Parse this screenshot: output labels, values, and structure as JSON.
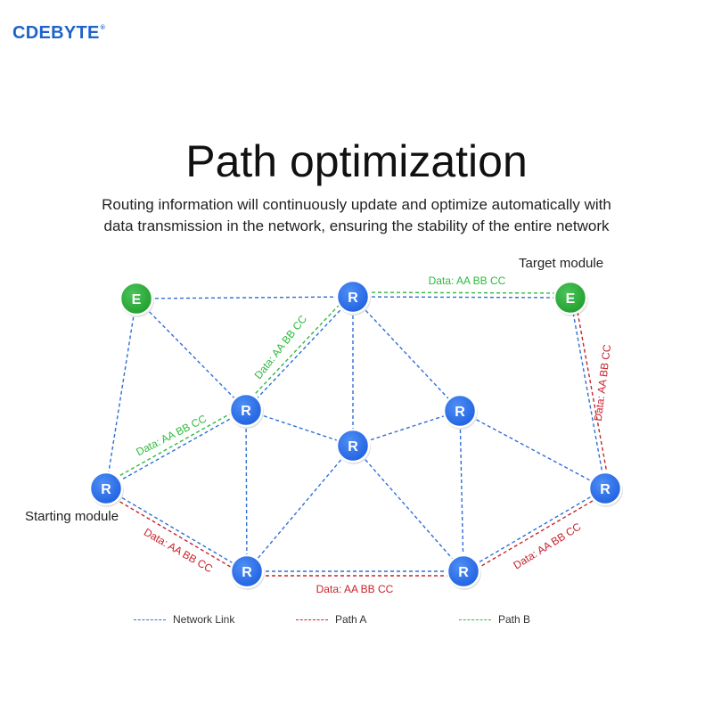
{
  "brand": {
    "name": "CDEBYTE",
    "mark": "®"
  },
  "title": "Path optimization",
  "subtitle": {
    "line1": "Routing information will continuously update and optimize automatically with",
    "line2": "data transmission in the network, ensuring the stability of the entire network"
  },
  "labels": {
    "target": "Target module",
    "start": "Starting module"
  },
  "colors": {
    "network": "#2f6fd6",
    "path_a": "#c8232c",
    "path_b": "#2dbb3c",
    "node_r": "#1e5fe0",
    "node_e": "#1f9e2c"
  },
  "nodes": [
    {
      "id": "e1",
      "letter": "E",
      "kind": "end"
    },
    {
      "id": "r_top",
      "letter": "R",
      "kind": "router"
    },
    {
      "id": "e2",
      "letter": "E",
      "kind": "end"
    },
    {
      "id": "r_midleft",
      "letter": "R",
      "kind": "router"
    },
    {
      "id": "r_midright",
      "letter": "R",
      "kind": "router"
    },
    {
      "id": "r_center",
      "letter": "R",
      "kind": "router"
    },
    {
      "id": "r_start",
      "letter": "R",
      "kind": "router"
    },
    {
      "id": "r_right",
      "letter": "R",
      "kind": "router"
    },
    {
      "id": "r_botleft",
      "letter": "R",
      "kind": "router"
    },
    {
      "id": "r_botright",
      "letter": "R",
      "kind": "router"
    }
  ],
  "links": [
    [
      "e1",
      "r_top"
    ],
    [
      "e1",
      "r_midleft"
    ],
    [
      "e1",
      "r_start"
    ],
    [
      "r_top",
      "e2"
    ],
    [
      "r_top",
      "r_midleft"
    ],
    [
      "r_top",
      "r_center"
    ],
    [
      "r_top",
      "r_midright"
    ],
    [
      "r_midleft",
      "r_start"
    ],
    [
      "r_midleft",
      "r_center"
    ],
    [
      "r_midleft",
      "r_botleft"
    ],
    [
      "r_center",
      "r_midright"
    ],
    [
      "r_center",
      "r_botleft"
    ],
    [
      "r_center",
      "r_botright"
    ],
    [
      "r_midright",
      "r_right"
    ],
    [
      "r_midright",
      "r_botright"
    ],
    [
      "r_start",
      "r_botleft"
    ],
    [
      "r_botleft",
      "r_botright"
    ],
    [
      "r_botright",
      "r_right"
    ],
    [
      "r_right",
      "e2"
    ]
  ],
  "path_a": [
    "r_start",
    "r_botleft",
    "r_botright",
    "r_right",
    "e2"
  ],
  "path_b": [
    "r_start",
    "r_midleft",
    "r_top",
    "e2"
  ],
  "data_label": "Data: AA BB CC",
  "legend": [
    {
      "key": "network",
      "label": "Network Link"
    },
    {
      "key": "path_a",
      "label": "Path A"
    },
    {
      "key": "path_b",
      "label": "Path B"
    }
  ]
}
